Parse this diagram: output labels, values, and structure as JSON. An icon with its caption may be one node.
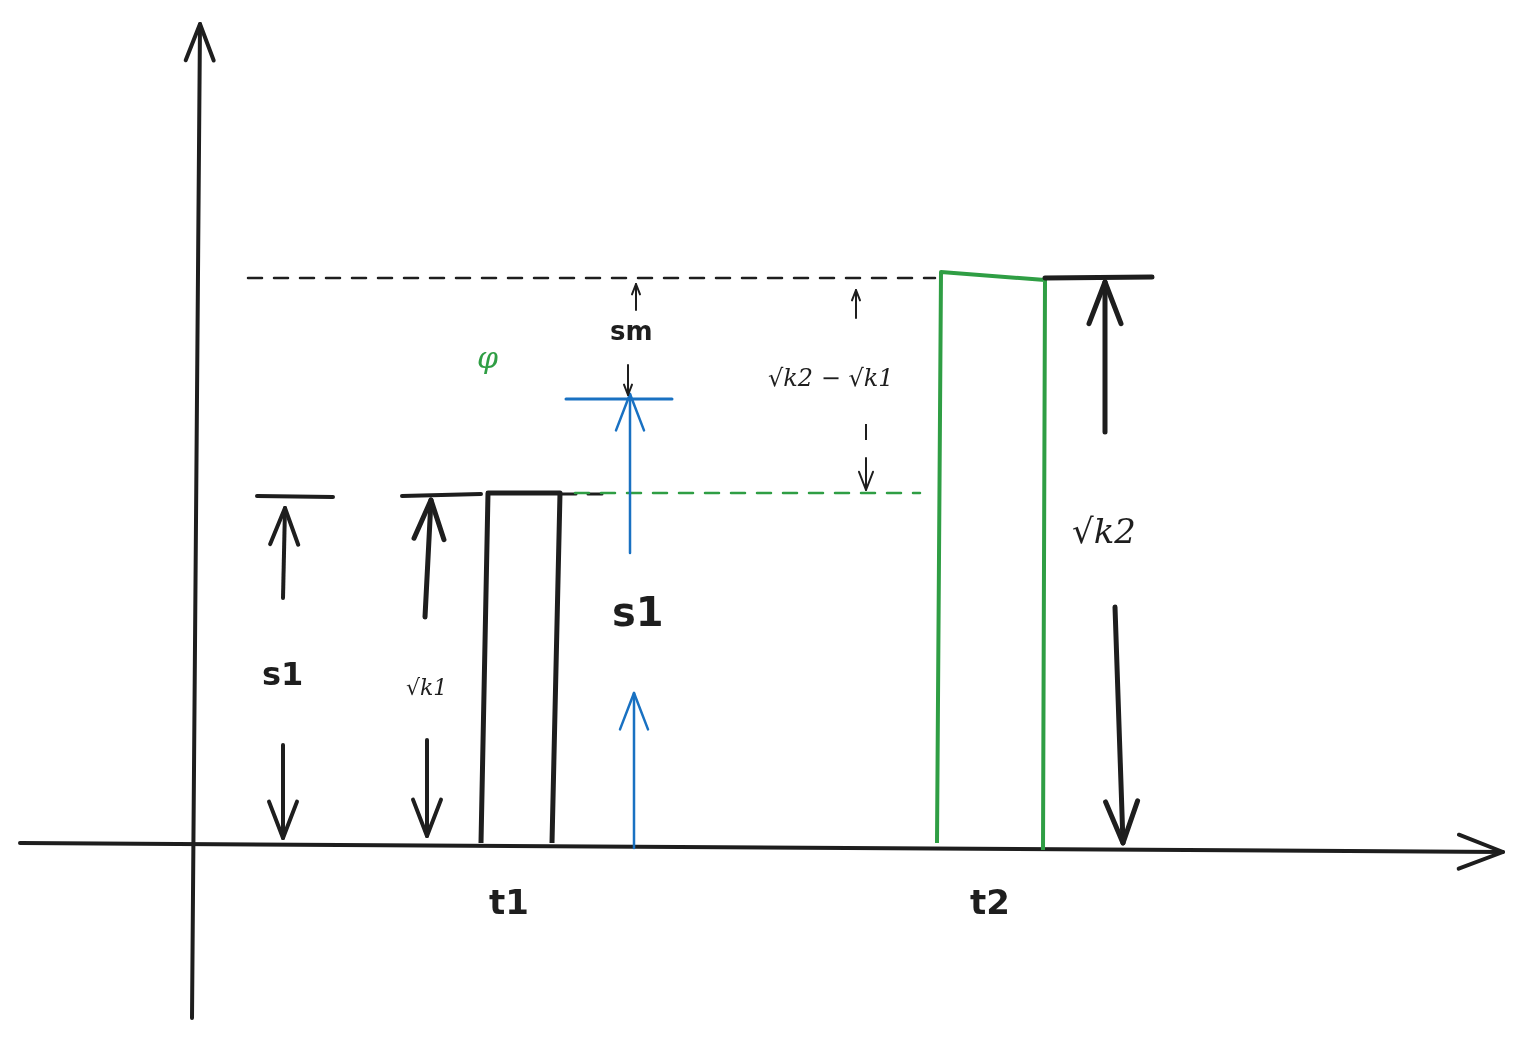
{
  "diagram": {
    "labels": [
      "sm",
      "φ",
      "√k2 − √k1",
      "√k2",
      "s1",
      "s1",
      "√k1",
      "t2",
      "t1"
    ]
  }
}
